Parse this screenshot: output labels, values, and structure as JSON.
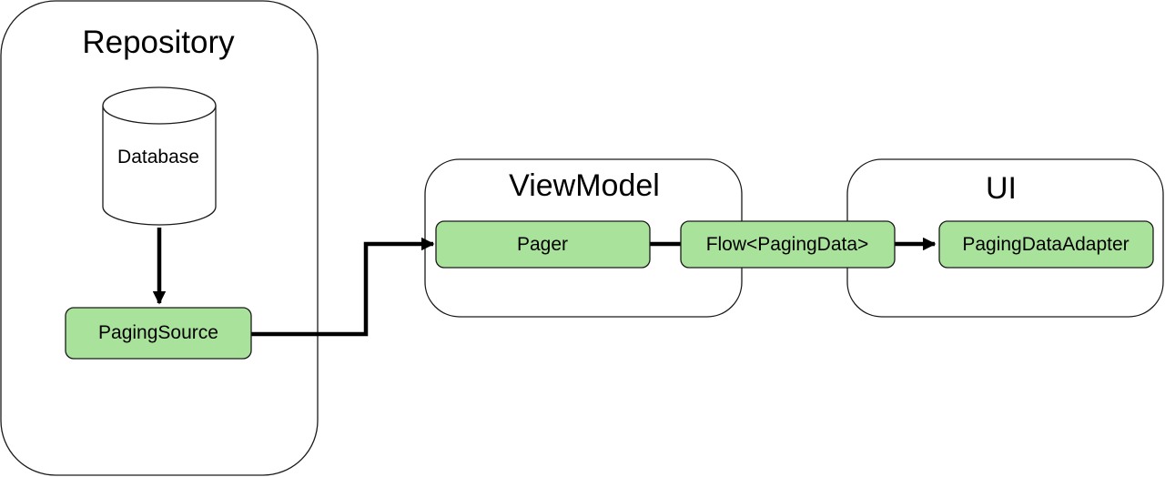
{
  "layers": {
    "repository": {
      "title": "Repository"
    },
    "viewmodel": {
      "title": "ViewModel"
    },
    "ui": {
      "title": "UI"
    }
  },
  "nodes": {
    "database": {
      "label": "Database"
    },
    "paging_source": {
      "label": "PagingSource"
    },
    "pager": {
      "label": "Pager"
    },
    "flow": {
      "label": "Flow<PagingData>"
    },
    "adapter": {
      "label": "PagingDataAdapter"
    }
  },
  "colors": {
    "node_fill": "#a9e29a",
    "stroke": "#1a1a1a",
    "arrow": "#000000"
  }
}
